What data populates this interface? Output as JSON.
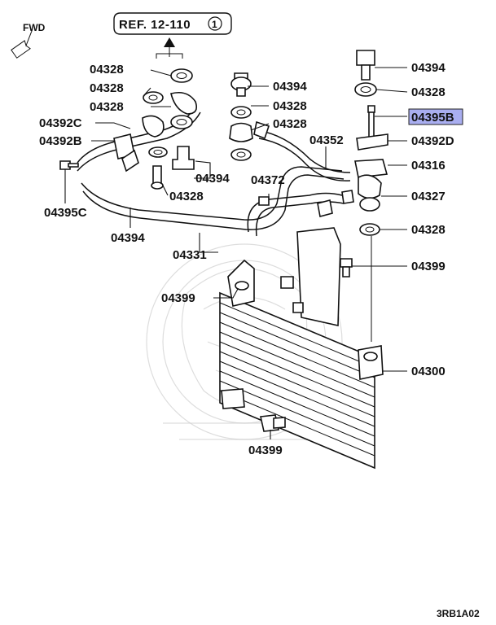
{
  "diagram": {
    "orientation_label": "FWD",
    "reference": {
      "text": "REF. 12-110",
      "index": "1"
    },
    "highlight_color": "#a9aef0",
    "drawing_code": "3RB1A02",
    "labels": {
      "p04328_a": "04328",
      "p04328_b": "04328",
      "p04328_c": "04328",
      "p04392c": "04392C",
      "p04392b": "04392B",
      "p04395c": "04395C",
      "p04394_l": "04394",
      "p04331": "04331",
      "p04399_l": "04399",
      "p04394_c": "04394",
      "p04328_c1": "04328",
      "p04328_c2": "04328",
      "p04394_m": "04394",
      "p04328_m": "04328",
      "p04372": "04372",
      "p04352": "04352",
      "p04394_r": "04394",
      "p04328_r1": "04328",
      "p04395b": "04395B",
      "p04392d": "04392D",
      "p04316": "04316",
      "p04327": "04327",
      "p04328_r2": "04328",
      "p04399_r": "04399",
      "p04300": "04300",
      "p04399_b": "04399"
    }
  }
}
